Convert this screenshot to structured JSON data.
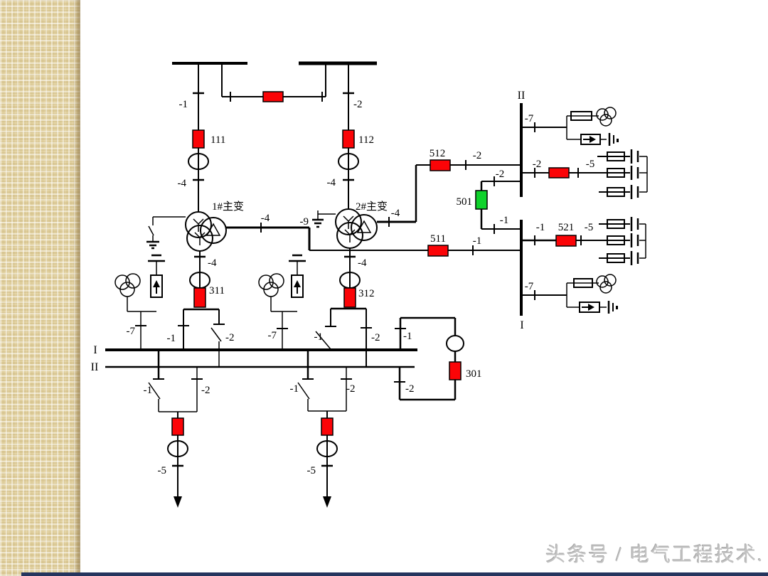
{
  "colors": {
    "breaker_red": "#fb0407",
    "breaker_green": "#0fd22b",
    "watermark_gray": "#c2c2c2",
    "sidebar_bg": "#eadcb0",
    "footer_bar": "#25355e"
  },
  "watermark": "头条号 / 电气工程技术.",
  "hv": {
    "line1_disconnect": "-1",
    "line2_disconnect": "-2",
    "breaker_111": "111",
    "breaker_112": "112",
    "t1_hv_disconnect": "-4",
    "t2_hv_disconnect": "-4",
    "transformer_1": "1#主变",
    "transformer_2": "2#主变"
  },
  "mv": {
    "bus2_label": "II",
    "bus1_label": "I",
    "t1_mv_disconnect": "-4",
    "t2_mv_disconnect": "-4",
    "t2_neutral_disconnect": "-9",
    "breaker_512": "512",
    "breaker_512_disconnect": "-2",
    "breaker_511": "511",
    "breaker_511_disconnect": "-1",
    "coupler_501": "501",
    "coupler_501_bus2_disconnect": "-2",
    "coupler_501_bus1_disconnect": "-1",
    "bus2_pt_disconnect": "-7",
    "bus1_pt_disconnect": "-7",
    "cap_bank1_bus_disconnect": "-2",
    "cap_bank1_line_disconnect": "-5",
    "breaker_521": "521",
    "breaker_521_disconnect": "-1",
    "cap_bank2_line_disconnect": "-5"
  },
  "lv": {
    "bus1_label": "I",
    "bus2_label": "II",
    "t1_lv_disconnect": "-4",
    "breaker_311": "311",
    "t1_bus1_disconnect": "-1",
    "t1_bus2_disconnect": "-2",
    "t2_lv_disconnect": "-4",
    "breaker_312": "312",
    "t2_bus1_disconnect": "-1",
    "t2_bus2_disconnect": "-2",
    "pt1_disconnect": "-7",
    "pt2_disconnect": "-7",
    "coupler_301": "301",
    "coupler_301_bus1_disconnect": "-1",
    "coupler_301_bus2_disconnect": "-2",
    "feeder1_bus1_disconnect": "-1",
    "feeder1_bus2_disconnect": "-2",
    "feeder1_line_disconnect": "-5",
    "feeder2_bus1_disconnect": "-1",
    "feeder2_bus2_disconnect": "-2",
    "feeder2_line_disconnect": "-5"
  }
}
